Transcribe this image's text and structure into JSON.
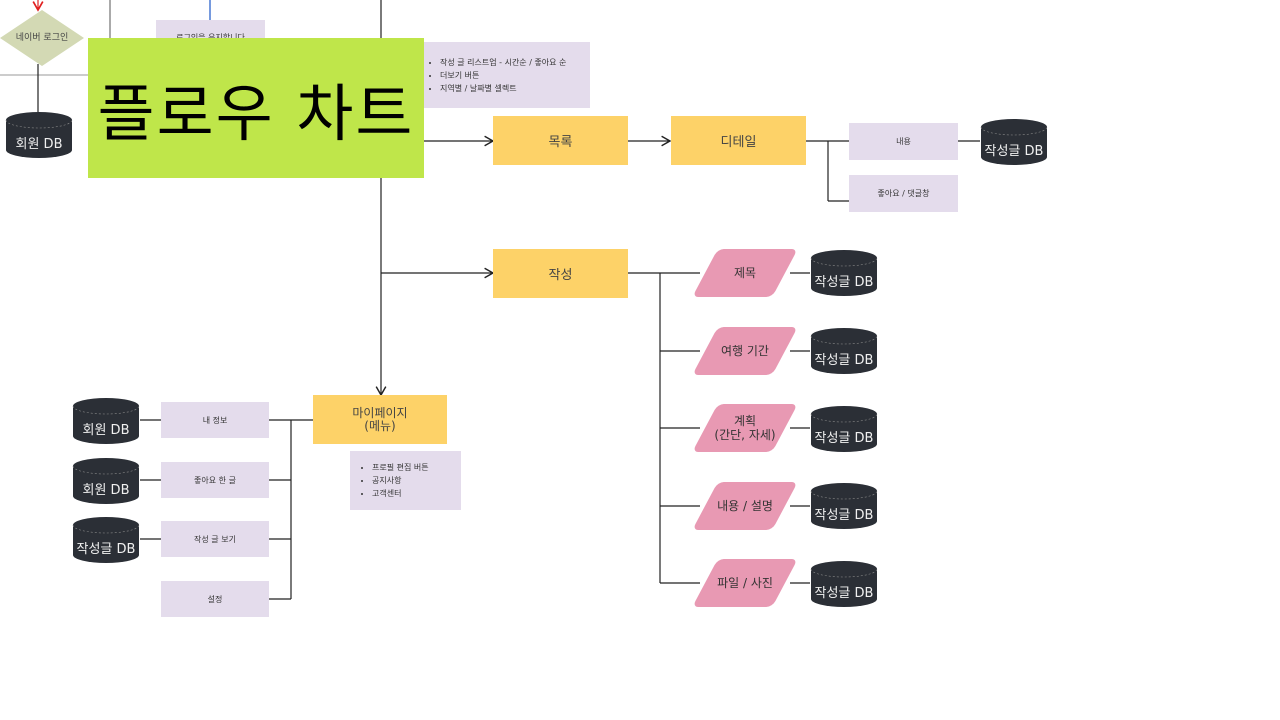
{
  "title": "플로우 차트",
  "login": {
    "decision": "네이버 로그인",
    "db": "회원 DB",
    "hidden_note": "로그인을 유지합니다"
  },
  "top_note": {
    "items": [
      "작성 글 리스트업 - 시간순 / 좋아요 순",
      "더보기 버튼",
      "지역별 / 날짜별 셀렉트"
    ]
  },
  "list_flow": {
    "list": "목록",
    "detail": "디테일",
    "content": "내용",
    "like_comment": "좋아요 / 댓글창",
    "db": "작성글 DB"
  },
  "write_flow": {
    "write": "작성",
    "fields": [
      {
        "label": "제목",
        "db": "작성글 DB"
      },
      {
        "label": "여행 기간",
        "db": "작성글 DB"
      },
      {
        "label": "계획\n(간단, 자세)",
        "db": "작성글 DB"
      },
      {
        "label": "내용 / 설명",
        "db": "작성글 DB"
      },
      {
        "label": "파일 / 사진",
        "db": "작성글 DB"
      }
    ]
  },
  "mypage": {
    "label": "마이페이지\n(메뉴)",
    "note_items": [
      "프로필 편집 버튼",
      "공지사항",
      "고객센터"
    ],
    "menu": [
      {
        "label": "내 정보",
        "db": "회원 DB"
      },
      {
        "label": "좋아요 한 글",
        "db": "회원 DB"
      },
      {
        "label": "작성 글 보기",
        "db": "작성글 DB"
      },
      {
        "label": "설정",
        "db": null
      }
    ]
  },
  "colors": {
    "title_bg": "#bfe64a",
    "process": "#fdd268",
    "note": "#e4dcec",
    "input": "#e899b3",
    "database": "#2b2f36",
    "decision": "#d3d9b4"
  }
}
